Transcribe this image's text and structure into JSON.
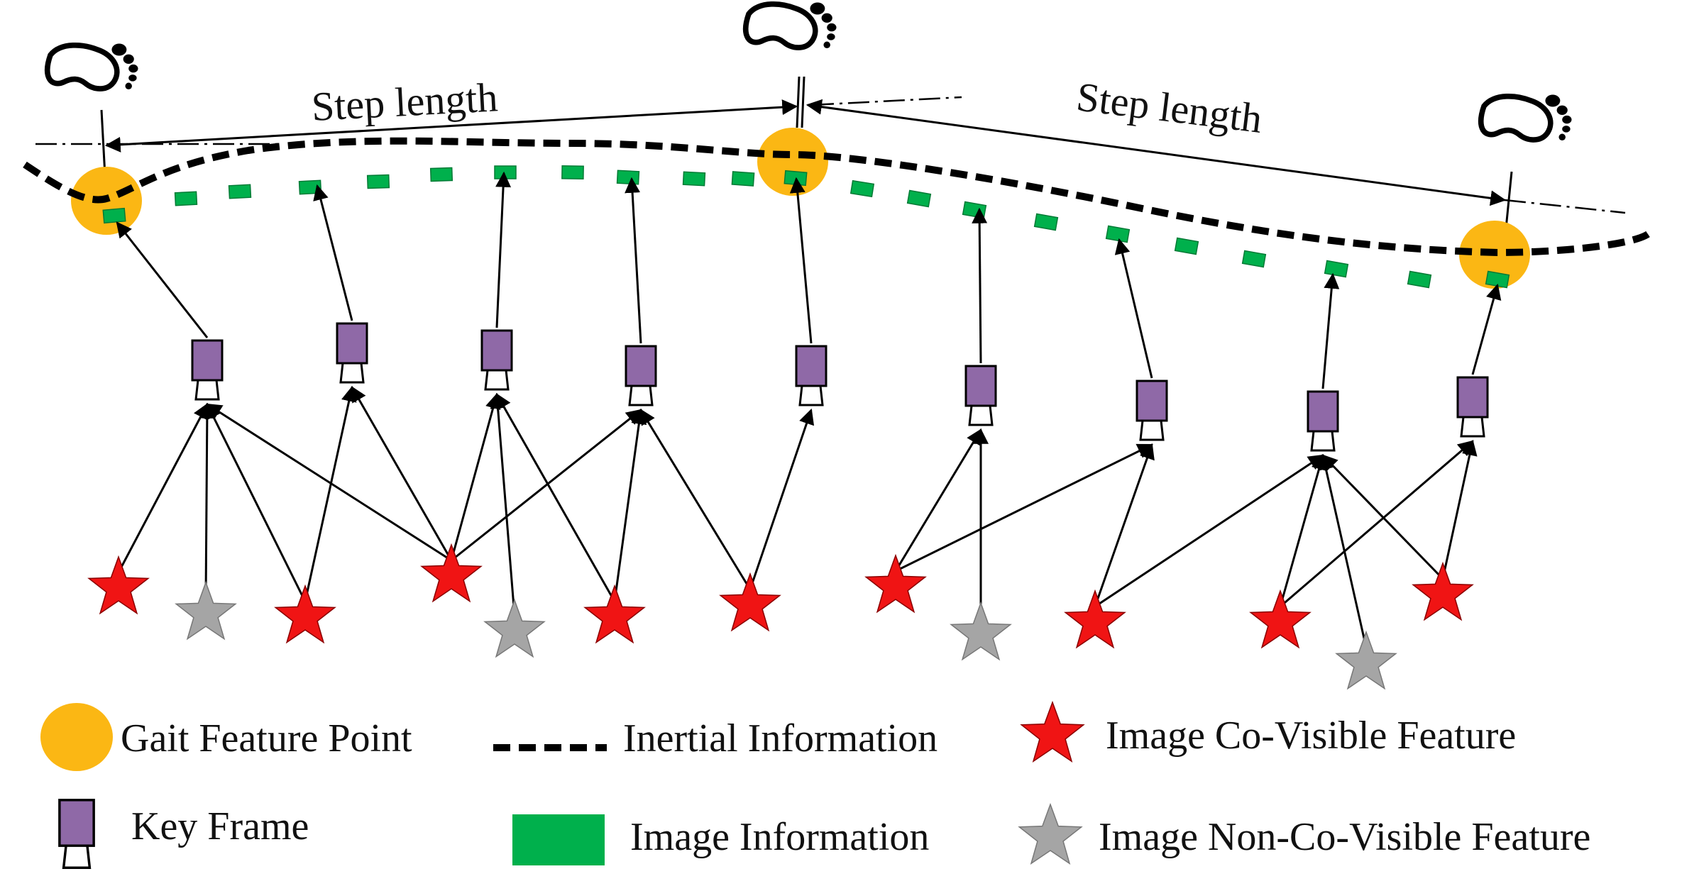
{
  "labels": {
    "step_length": "Step length"
  },
  "legend": {
    "gait_feature_point": "Gait Feature Point",
    "inertial_information": "Inertial Information",
    "image_co_visible_feature": "Image Co-Visible Feature",
    "key_frame": "Key Frame",
    "image_information": "Image Information",
    "image_non_co_visible_feature": "Image Non-Co-Visible Feature"
  },
  "colors": {
    "gait_point": "#FBB714",
    "inertial_line": "#000000",
    "image_info": "#00B04C",
    "key_frame_body": "#8F69A7",
    "co_visible": "#F01414",
    "non_co_visible": "#A5A5A5"
  },
  "icons": [
    "footprint-icon",
    "camera-icon",
    "star-icon"
  ]
}
